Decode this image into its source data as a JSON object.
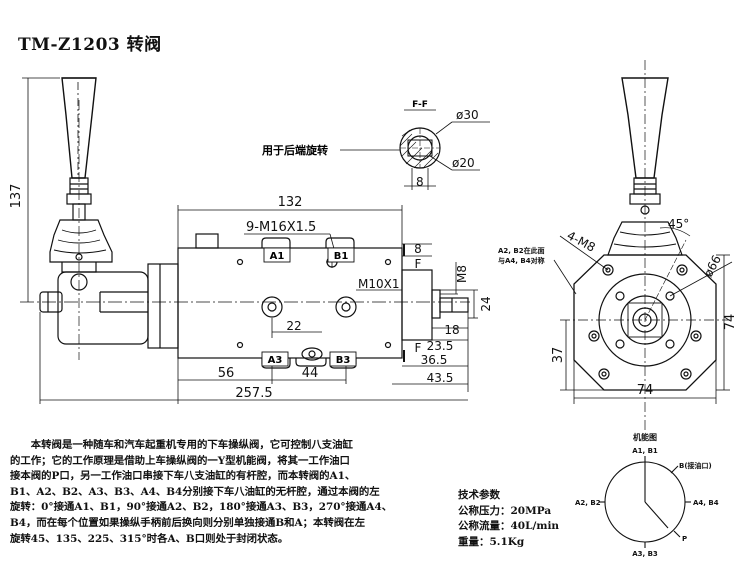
{
  "title": "TM-Z1203 转阀",
  "section_label": "F-F",
  "rotate_note": "用于后端旋转",
  "port_note_line1": "A2, B2在此面",
  "port_note_line2": "与A4, B4对称",
  "dims": {
    "d137": "137",
    "d132": "132",
    "thread": "9-M16X1.5",
    "d8a": "8",
    "m10": "M10X1",
    "m8": "M8",
    "d24": "24",
    "d18": "18",
    "d23_5": "23.5",
    "d36_5": "36.5",
    "d43_5": "43.5",
    "d22": "22",
    "d56": "56",
    "d44": "44",
    "d257_5": "257.5",
    "phi30": "ø30",
    "phi20": "ø20",
    "d8b": "8",
    "m8x4": "4-M8",
    "deg45": "45°",
    "phi66": "ø66",
    "d74v": "74",
    "d37": "37",
    "d74h": "74",
    "f_up": "F",
    "f_down": "F"
  },
  "ports": {
    "A1": "A1",
    "B1": "B1",
    "A3": "A3",
    "B3": "B3"
  },
  "description": [
    "　　本转阀是一种随车和汽车起重机专用的下车操纵阀，它可控制八支油缸",
    "的工作；它的工作原理是借助上车操纵阀的一Y型机能阀，将其一工作油口",
    "接本阀的P口，另一工作油口串接下车八支油缸的有杆腔，而本转阀的A1、",
    "B1、A2、B2、A3、B3、A4、B4分别接下车八油缸的无杆腔，通过本阀的左",
    "旋转：0°接通A1、B1，90°接通A2、B2，180°接通A3、B3，270°接通A4、",
    "B4，而在每个位置如果操纵手柄前后换向则分别单独接通B和A；本转阀在左",
    "旋转45、135、225、315°时各A、B口则处于封闭状态。"
  ],
  "specs": {
    "heading": "技术参数",
    "pressure": "公称压力：20MPa",
    "flow": "公称流量：40L/min",
    "weight": "重量：5.1Kg"
  },
  "symbol": {
    "heading": "机能图",
    "top": "A1, B1",
    "right_top": "B(接油口)",
    "left": "A2, B2",
    "right": "A4, B4",
    "bottom": "A3, B3",
    "p": "P"
  }
}
